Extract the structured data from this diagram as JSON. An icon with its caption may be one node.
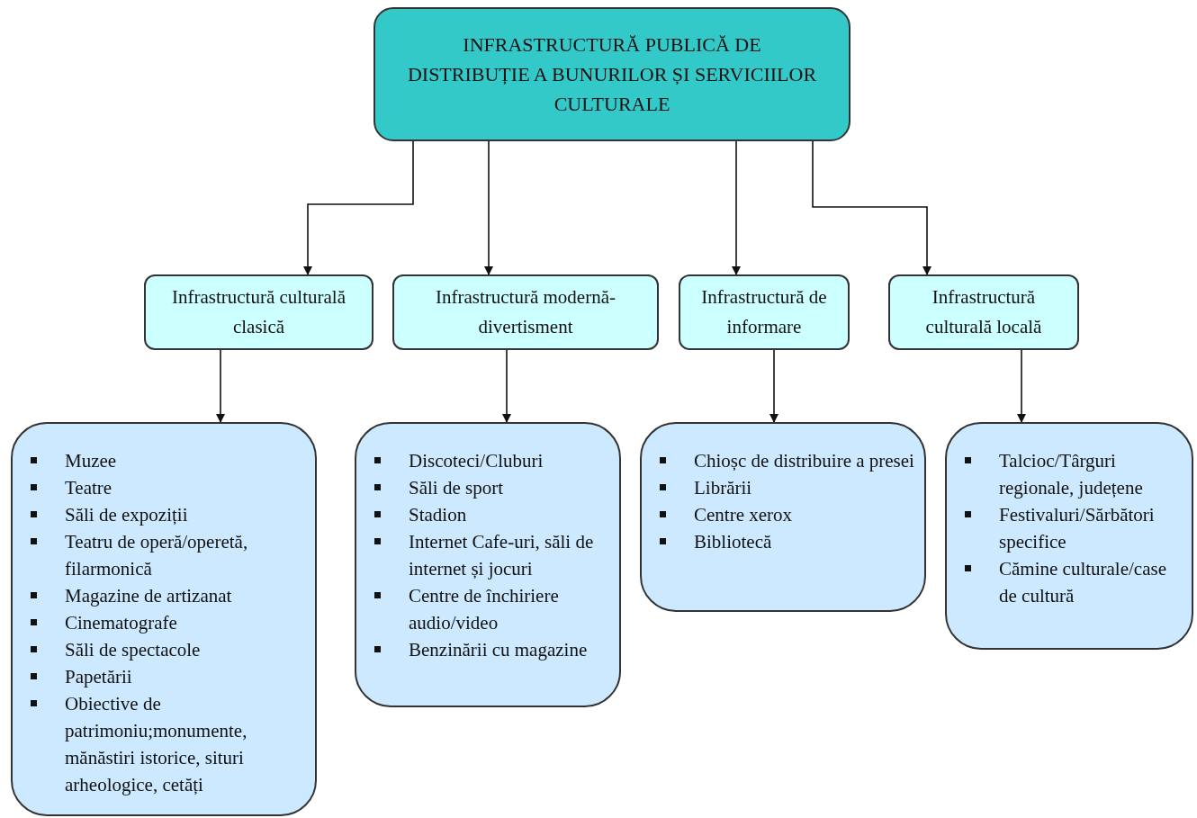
{
  "diagram": {
    "nodes": [
      {
        "text": [
          "INFRASTRUCTURĂ PUBLICĂ DE DISTRIBUȚIE A BUNURILOR ȘI SERVICIILOR CULTURALE"
        ]
      },
      {
        "text": [
          "Infrastructură culturală clasică"
        ]
      },
      {
        "text": [
          "Infrastructură modernă-divertisment"
        ]
      },
      {
        "text": [
          "Infrastructură de informare"
        ]
      },
      {
        "text": [
          "Infrastructură culturală locală"
        ]
      },
      {
        "text": [
          "Muzee",
          "Teatre",
          "Săli de expoziții",
          "Teatru de operă/operetă, filarmonică",
          "Magazine de artizanat",
          "Cinematografe",
          "Săli de spectacole",
          "Papetării",
          "Obiective de patrimoniu;monumente, mănăstiri istorice, situri arheologice, cetăți"
        ]
      },
      {
        "text": [
          "Discoteci/Cluburi",
          "Săli de sport",
          "Stadion",
          "Internet Cafe-uri, săli de internet și jocuri",
          "Centre de închiriere audio/video",
          "Benzinării cu magazine"
        ]
      },
      {
        "text": [
          "Chioșc de distribuire a presei",
          "Librării",
          "Centre xerox",
          "Bibliotecă"
        ]
      },
      {
        "text": [
          "Talcioc/Târguri regionale, județene",
          "Festivaluri/Sărbători specifice",
          "Cămine culturale/case de cultură"
        ]
      }
    ],
    "edges": [
      {
        "from": 0,
        "to": 1,
        "arrow": "to"
      },
      {
        "from": 0,
        "to": 2,
        "arrow": "to"
      },
      {
        "from": 0,
        "to": 3,
        "arrow": "to"
      },
      {
        "from": 0,
        "to": 4,
        "arrow": "to"
      },
      {
        "from": 1,
        "to": 5,
        "arrow": "to"
      },
      {
        "from": 2,
        "to": 6,
        "arrow": "to"
      },
      {
        "from": 3,
        "to": 7,
        "arrow": "to"
      },
      {
        "from": 4,
        "to": 8,
        "arrow": "to"
      }
    ]
  }
}
